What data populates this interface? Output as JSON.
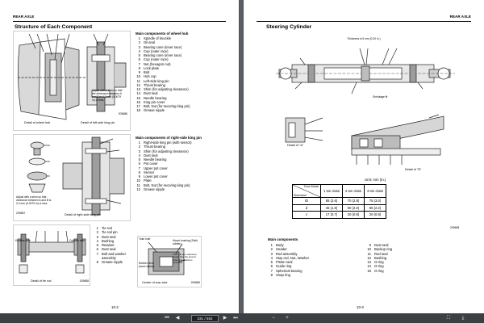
{
  "header": {
    "section": "REAR AXLE"
  },
  "left": {
    "title": "Structure of Each Component",
    "fig1": {
      "cap_a": "Detail of wheel hub",
      "cap_b": "Detail of left-side king pin",
      "id": "209686",
      "note": "Adjust with a shim so that the dimension between A and B is 0.2 mm (0.0079 in) or less."
    },
    "list1": {
      "heading": "Main components of wheel hub",
      "items": [
        {
          "n": "1",
          "t": "Spindle of knuckle"
        },
        {
          "n": "2",
          "t": "Oil seal"
        },
        {
          "n": "3",
          "t": "Bearing cone (inner race)"
        },
        {
          "n": "4",
          "t": "Cup (outer race)"
        },
        {
          "n": "5",
          "t": "Bearing cone (inner race)"
        },
        {
          "n": "6",
          "t": "Cup (outer race)"
        },
        {
          "n": "7",
          "t": "Nut (hexagon nut)"
        },
        {
          "n": "8",
          "t": "Lock plate"
        },
        {
          "n": "9",
          "t": "Bolt"
        },
        {
          "n": "10",
          "t": "Hub cup"
        },
        {
          "n": "11",
          "t": "Left-side king pin"
        },
        {
          "n": "12",
          "t": "Thrust bearing"
        },
        {
          "n": "13",
          "t": "Shim (for adjusting clearance)"
        },
        {
          "n": "14",
          "t": "Dust seal"
        },
        {
          "n": "15",
          "t": "Needle bearing"
        },
        {
          "n": "16",
          "t": "King pin cover"
        },
        {
          "n": "17",
          "t": "Bolt, Nut (for securing king pin)"
        },
        {
          "n": "18",
          "t": "Grease nipple"
        }
      ]
    },
    "fig2": {
      "cap": "Detail of right-side king pin",
      "id": "209687",
      "note": "Adjust with a shim so that clearance between A and B is 0.2 mm (0.0079 in) or less."
    },
    "list2": {
      "heading": "Main components of right-side king pin",
      "items": [
        {
          "n": "1",
          "t": "Right-side king pin (with sensor)"
        },
        {
          "n": "2",
          "t": "Thrust bearing"
        },
        {
          "n": "3",
          "t": "Shim (for adjusting clearance)"
        },
        {
          "n": "4",
          "t": "Dust seal"
        },
        {
          "n": "5",
          "t": "Needle bearing"
        },
        {
          "n": "6",
          "t": "Pot cover"
        },
        {
          "n": "7",
          "t": "Upper pot cover"
        },
        {
          "n": "8",
          "t": "Sensor"
        },
        {
          "n": "9",
          "t": "Lower pot cover"
        },
        {
          "n": "10",
          "t": "Plate"
        },
        {
          "n": "11",
          "t": "Bolt, Nut (for securing king pin)"
        },
        {
          "n": "12",
          "t": "Grease nipple"
        }
      ]
    },
    "list3": {
      "items": [
        {
          "n": "1",
          "t": "Tie rod"
        },
        {
          "n": "2",
          "t": "Tie rod pin"
        },
        {
          "n": "3",
          "t": "Dust seal"
        },
        {
          "n": "4",
          "t": "Bushing"
        },
        {
          "n": "5",
          "t": "Retainer"
        },
        {
          "n": "6",
          "t": "Dust seal"
        },
        {
          "n": "7",
          "t": "Bolt and washer"
        },
        {
          "n": "",
          "t": "assembly"
        },
        {
          "n": "8",
          "t": "Grease nipple"
        }
      ]
    },
    "fig3": {
      "cap_a": "Detail of tie rod",
      "cap_b": "Center of rear axle",
      "id_a": "209688",
      "id_b": "209689",
      "lbl_knuckle": "Knuckle side",
      "lbl_cylinder": "Cylinder side",
      "lbl_yoke": "Yoke hole",
      "lbl_mount": "Mount bushing (Solid rubber)",
      "lbl_rubber": "Rubber shim (hard rubber)",
      "lbl_note": "This side as a reference should face the ground (when the vehicle is mounted)"
    },
    "page_no": "10-2"
  },
  "right": {
    "title": "Steering Cylinder",
    "fig1": {
      "thickness": "Thickness is 5 mm (0.20 in.)",
      "shrinkage": "Shrinkage fit",
      "detail_a": "Detail of \"A\"",
      "detail_b": "Detail of \"B\"",
      "id": "209698"
    },
    "unit": "Unit: mm (in.)",
    "table": {
      "corner_top": "Truck Model",
      "corner_bottom": "Dimension",
      "cols": [
        "1 ton class",
        "2 ton class",
        "3 ton class"
      ],
      "rows": [
        {
          "dim": "ID",
          "v": [
            "65 (2.6)",
            "70 (2.8)",
            "75 (3.0)"
          ]
        },
        {
          "dim": "d",
          "v": [
            "45 (1.8)",
            "50 (2.0)",
            "55 (2.2)"
          ]
        },
        {
          "dim": "c",
          "v": [
            "17 (0.7)",
            "20 (0.8)",
            "20 (0.8)"
          ]
        }
      ]
    },
    "list_heading": "Main components",
    "list_a": [
      {
        "n": "1",
        "t": "Body"
      },
      {
        "n": "2",
        "t": "Header"
      },
      {
        "n": "3",
        "t": "Rod assembly"
      },
      {
        "n": "4",
        "t": "Stay rod, Nut, Washer"
      },
      {
        "n": "5",
        "t": "Piston seal"
      },
      {
        "n": "6",
        "t": "Guide ring"
      },
      {
        "n": "7",
        "t": "Spherical bearing"
      },
      {
        "n": "8",
        "t": "Snap ring"
      }
    ],
    "list_b": [
      {
        "n": "9",
        "t": "Dust seal"
      },
      {
        "n": "10",
        "t": "Backup ring"
      },
      {
        "n": "11",
        "t": "Rod seal"
      },
      {
        "n": "12",
        "t": "Bushing"
      },
      {
        "n": "13",
        "t": "O-ring"
      },
      {
        "n": "14",
        "t": "O-ring"
      },
      {
        "n": "15",
        "t": "O-ring"
      }
    ],
    "page_no": "10-3"
  },
  "viewer": {
    "page_field": "331 / 554"
  }
}
